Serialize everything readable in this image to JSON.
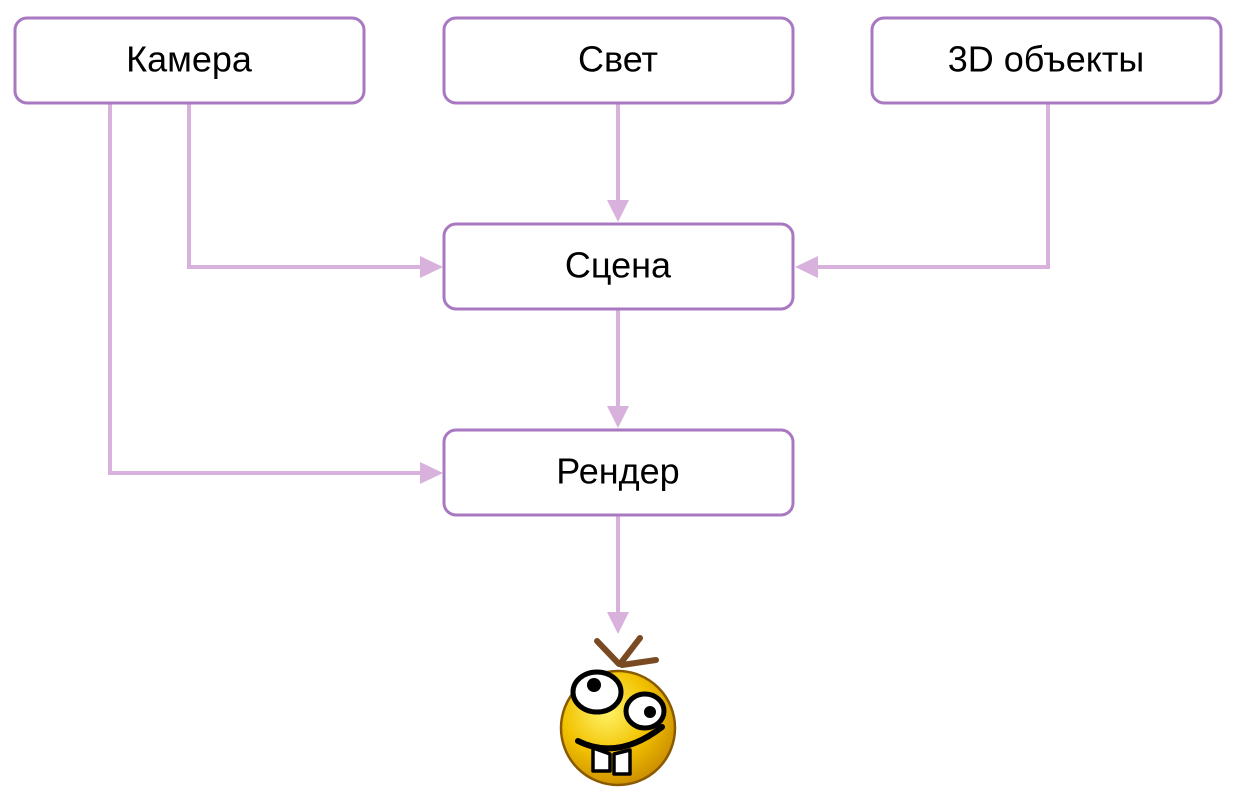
{
  "nodes": {
    "camera": {
      "label": "Камера"
    },
    "light": {
      "label": "Свет"
    },
    "objects3d": {
      "label": "3D объекты"
    },
    "scene": {
      "label": "Сцена"
    },
    "render": {
      "label": "Рендер"
    }
  },
  "edges": [
    {
      "from": "camera",
      "to": "scene"
    },
    {
      "from": "light",
      "to": "scene"
    },
    {
      "from": "objects3d",
      "to": "scene"
    },
    {
      "from": "scene",
      "to": "render"
    },
    {
      "from": "camera",
      "to": "render"
    },
    {
      "from": "render",
      "to": "result-smiley"
    }
  ],
  "colors": {
    "node_border": "#a878c0",
    "edge": "#d8b2dc",
    "text": "#000000",
    "smiley_face": "#f2c200"
  },
  "icons": {
    "result": "goofy-smiley-icon"
  }
}
